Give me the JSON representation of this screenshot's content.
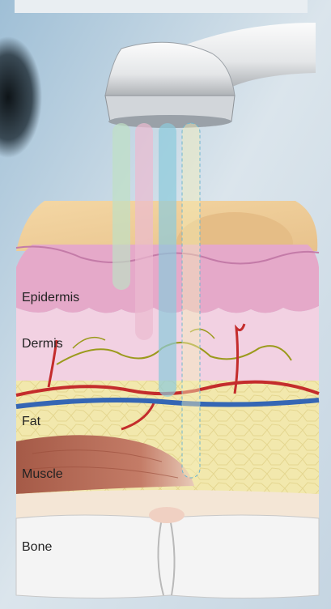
{
  "layers": {
    "epidermis": "Epidermis",
    "dermis": "Dermis",
    "fat": "Fat",
    "muscle": "Muscle",
    "bone": "Bone"
  },
  "beam_colors": [
    "#bfe0c4",
    "#ebbad0",
    "#8ccbdc",
    "#f4edb8"
  ],
  "colors": {
    "skin_top": "#efcf9b",
    "epidermis": "#e3a4c6",
    "dermis": "#f1cde0",
    "fat": "#f2e8ad",
    "muscle": "#b86a55",
    "bone": "#f4f4f4",
    "artery": "#c42c2c",
    "vein": "#3566b4",
    "nerve": "#9b9a1c"
  }
}
